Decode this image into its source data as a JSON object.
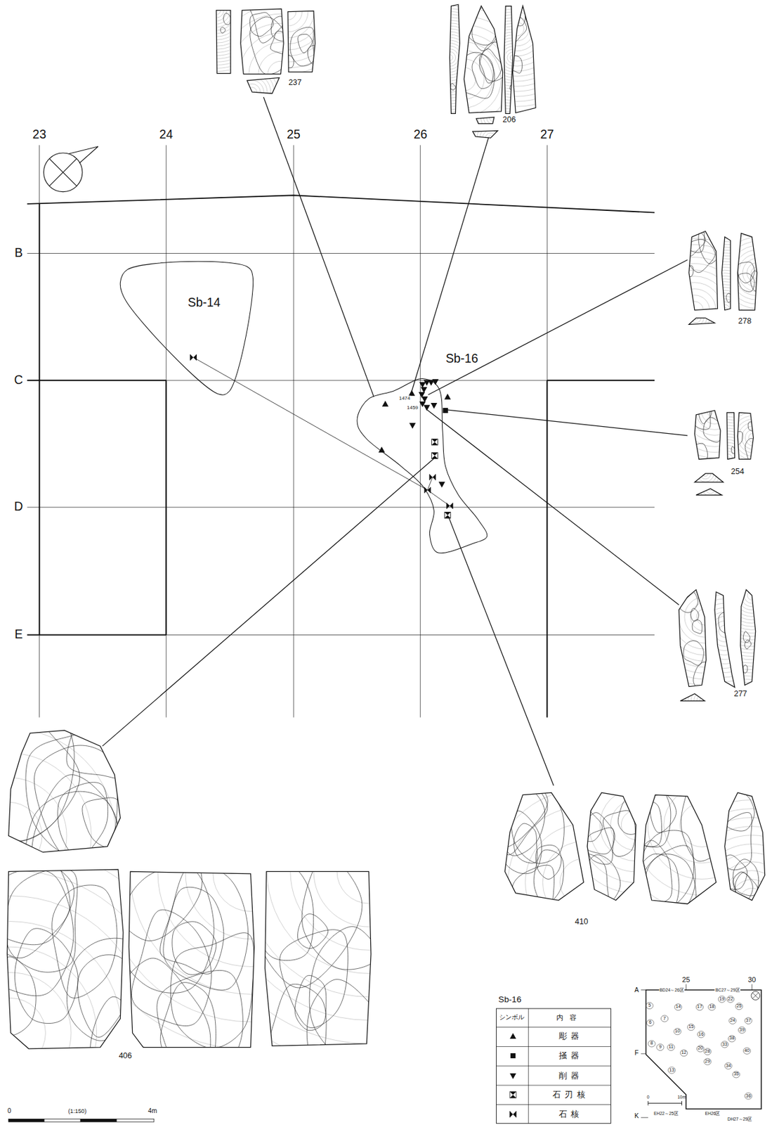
{
  "diagram": {
    "nodes": [
      {
        "text": [
          "Sb-14"
        ]
      },
      {
        "text": [
          "Sb-16"
        ]
      }
    ],
    "labels": [
      "23",
      "24",
      "25",
      "26",
      "27",
      "B",
      "C",
      "D",
      "E",
      "1474",
      "1459",
      "237",
      "206",
      "278",
      "254",
      "277",
      "406",
      "410",
      "0",
      "(1:150)",
      "4m",
      "Sb-16",
      "シンボル",
      "内容",
      "A",
      "F",
      "K",
      "25",
      "30",
      "BD24～26区",
      "BC27～29区",
      "EH22～25区",
      "EH26区",
      "DH27～29区",
      "0",
      "10m",
      "5",
      "6",
      "7",
      "14",
      "17",
      "18",
      "19",
      "22",
      "25",
      "37",
      "24",
      "10",
      "15",
      "16",
      "39",
      "38",
      "8",
      "9",
      "11",
      "12",
      "20",
      "28",
      "33",
      "40",
      "29",
      "34",
      "13",
      "35",
      "36"
    ],
    "legend": [
      {
        "text": "彫器"
      },
      {
        "text": "掻器"
      },
      {
        "text": "削器"
      },
      {
        "text": "石刃核"
      },
      {
        "text": "石核"
      }
    ]
  }
}
